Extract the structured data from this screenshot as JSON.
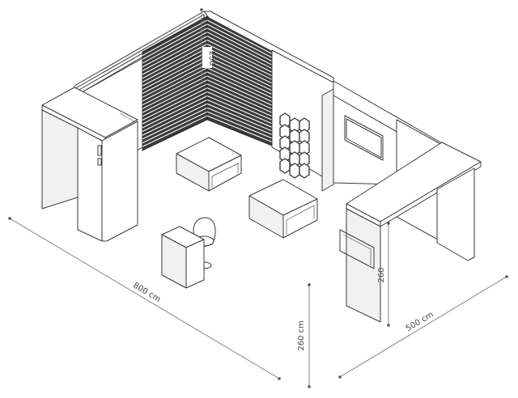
{
  "dimensions": {
    "height_wall": "250",
    "width_front": "800 cm",
    "depth_side": "500 cm",
    "height_front": "260 cm",
    "height_counter": "260"
  },
  "colors": {
    "line": "#3a3a3a",
    "slat": "#3b3b3b",
    "dimension": "#777777"
  }
}
